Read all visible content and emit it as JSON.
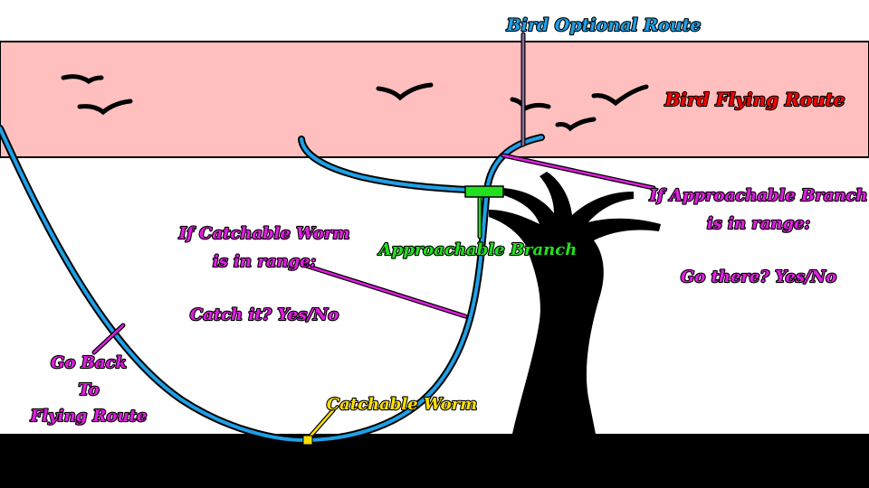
{
  "labels": {
    "bird_optional_route": "Bird Optional Route",
    "bird_flying_route": "Bird Flying Route",
    "approachable_branch": "Approachable Branch",
    "if_branch_line1": "If Approachable Branch",
    "if_branch_line2": "is in range:",
    "go_there": "Go there? Yes/No",
    "if_worm_line1": "If Catchable Worm",
    "if_worm_line2": "is in range:",
    "catch_it": "Catch it? Yes/No",
    "go_back_line1": "Go Back",
    "go_back_line2": "To",
    "go_back_line3": "Flying Route",
    "catchable_worm": "Catchable Worm"
  },
  "colors": {
    "flying_band": "#ffbfbf",
    "route": "#1ea0e6",
    "optional_route_label": "#1ea0e6",
    "flying_route_label": "#ff0000",
    "branch_marker": "#22e01e",
    "branch_label": "#22e01e",
    "decision_labels": "#e01ee0",
    "worm_marker": "#ffe000",
    "worm_label": "#ffe000",
    "ground": "#000000",
    "tree": "#000000"
  }
}
